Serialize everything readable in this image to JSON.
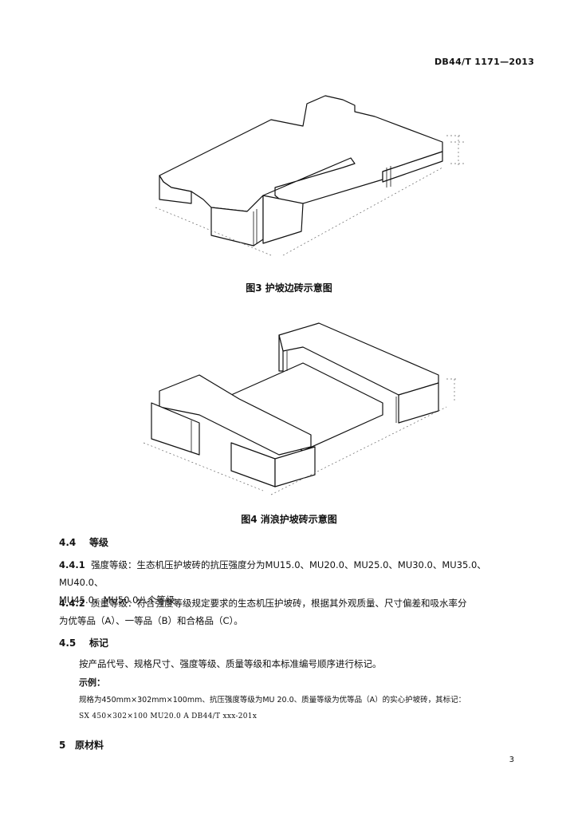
{
  "header": {
    "standard_code": "DB44/T 1171—2013"
  },
  "figures": [
    {
      "caption": "图3  护坡边砖示意图"
    },
    {
      "caption": "图4  消浪护坡砖示意图"
    }
  ],
  "section_4_4": {
    "number": "4.4",
    "title": "等级",
    "items": [
      {
        "number": "4.4.1",
        "text_line1": "强度等级：生态机压护坡砖的抗压强度分为MU15.0、MU20.0、MU25.0、MU30.0、MU35.0、MU40.0、",
        "text_line2": "MU45.0、MU50.0八个等级。"
      },
      {
        "number": "4.4.2",
        "text_line1": "质量等级：符合强度等级规定要求的生态机压护坡砖，根据其外观质量、尺寸偏差和吸水率分",
        "text_line2": "为优等品（A）、一等品（B）和合格品（C）。"
      }
    ]
  },
  "section_4_5": {
    "number": "4.5",
    "title": "标记",
    "body": "按产品代号、规格尺寸、强度等级、质量等级和本标准编号顺序进行标记。",
    "example_label": "示例：",
    "example_text": "规格为450mm×302mm×100mm、抗压强度等级为MU 20.0、质量等级为优等品（A）的实心护坡砖，其标记：",
    "example_code": "SX 450×302×100 MU20.0 A DB44/T xxx-201x"
  },
  "section_5": {
    "number": "5",
    "title": "原材料"
  },
  "page_number": "3"
}
